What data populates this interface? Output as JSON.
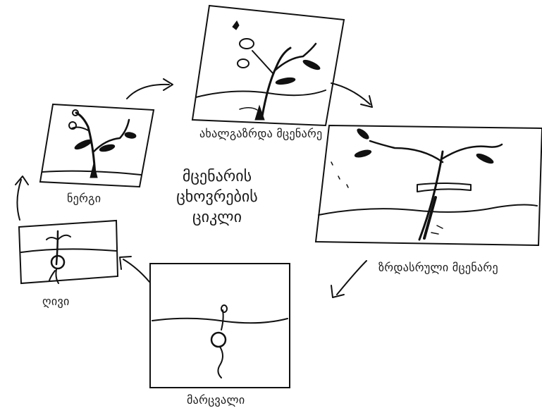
{
  "title": {
    "lines": [
      "მცენარის",
      "ცხოვრების",
      "ციკლი"
    ]
  },
  "stages": {
    "young_plant": "ახალგაზრდა მცენარე",
    "adult_plant": "ზრდასრული მცენარე",
    "seed": "მარცვალი",
    "sprout": "ღივი",
    "seedling": "ნერგი"
  }
}
